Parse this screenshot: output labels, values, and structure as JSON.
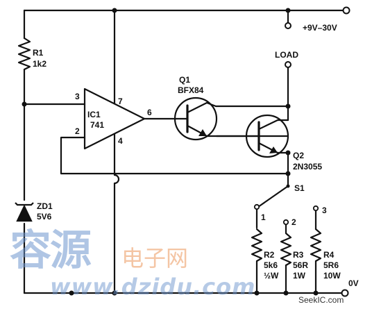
{
  "supply_label": "+9V–30V",
  "load_label": "LOAD",
  "ground_label": "0V",
  "r1": {
    "name": "R1",
    "value": "1k2"
  },
  "ic1": {
    "name": "IC1",
    "part": "741",
    "pin3": "3",
    "pin2": "2",
    "pin7": "7",
    "pin4": "4",
    "pin6": "6"
  },
  "q1": {
    "name": "Q1",
    "part": "BFX84"
  },
  "q2": {
    "name": "Q2",
    "part": "2N3055"
  },
  "zd1": {
    "name": "ZD1",
    "value": "5V6"
  },
  "s1": {
    "name": "S1",
    "pos1": "1",
    "pos2": "2",
    "pos3": "3"
  },
  "r2": {
    "name": "R2",
    "value": "5k6",
    "power": "½W"
  },
  "r3": {
    "name": "R3",
    "value": "56R",
    "power": "1W"
  },
  "r4": {
    "name": "R4",
    "value": "5R6",
    "power": "10W"
  },
  "watermark": {
    "cn_main": "容源",
    "cn_sub": "电子网",
    "url": "www.dzidu.com",
    "corner": "SeekIC.com"
  }
}
